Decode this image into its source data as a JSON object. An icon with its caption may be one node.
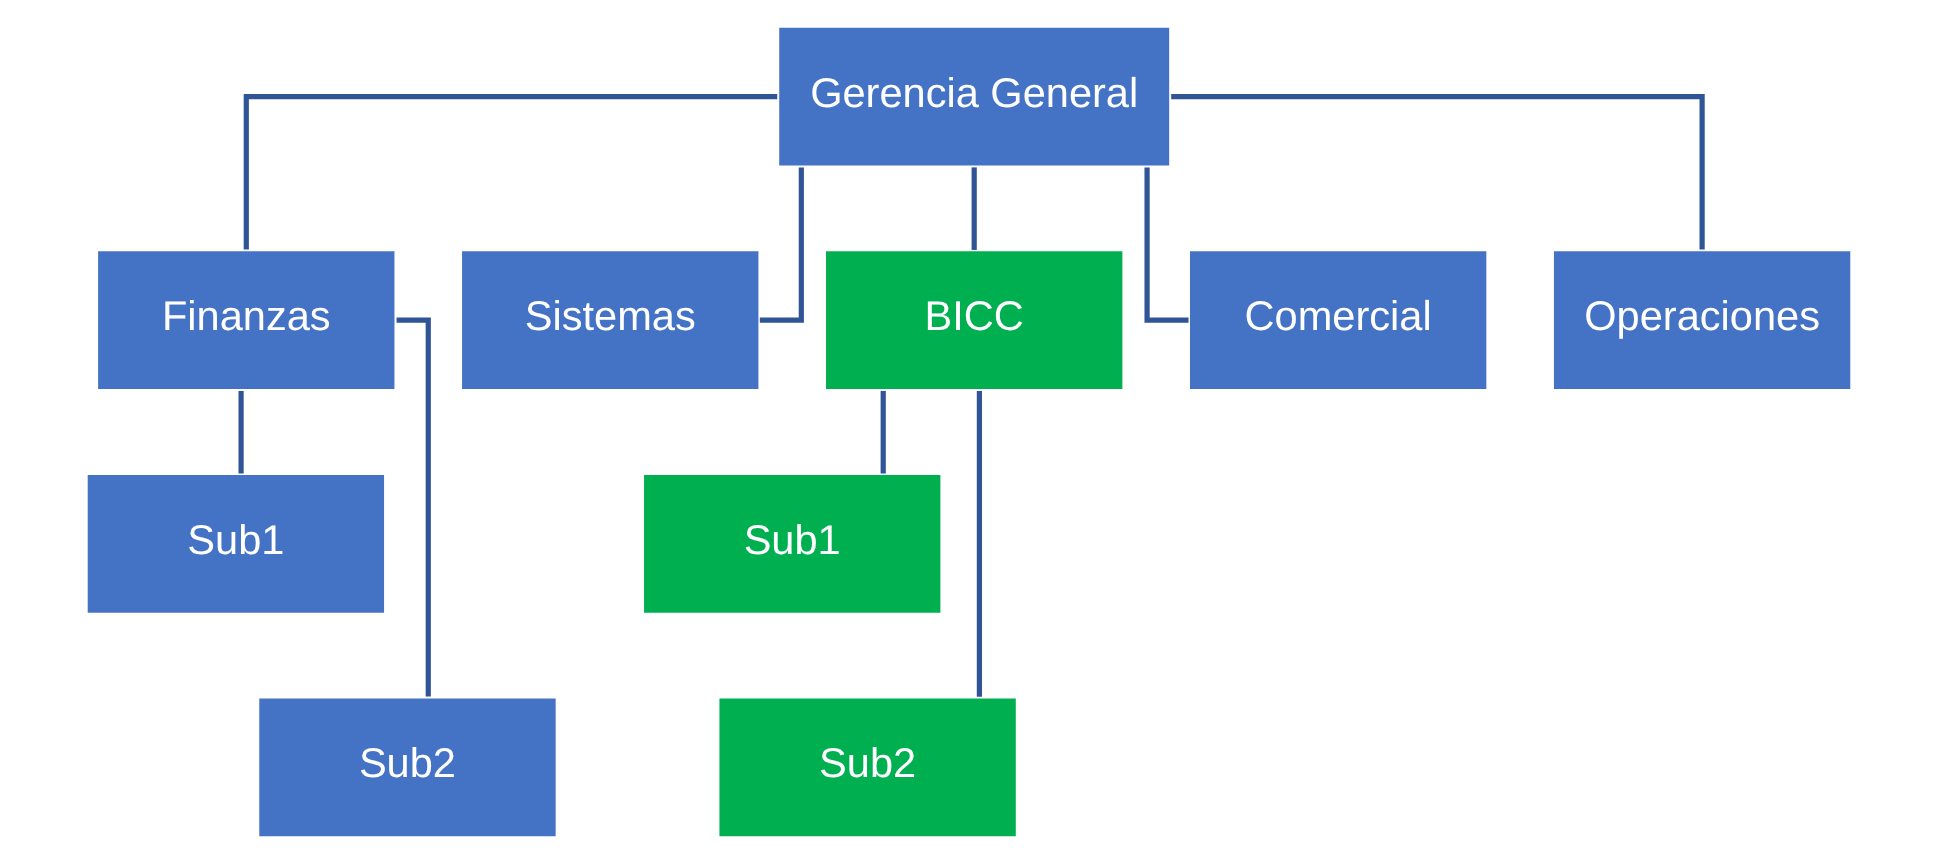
{
  "diagram": {
    "nodes": [
      {
        "text": [
          "Gerencia General"
        ]
      },
      {
        "text": [
          "Finanzas"
        ]
      },
      {
        "text": [
          "Sistemas"
        ]
      },
      {
        "text": [
          "BICC"
        ]
      },
      {
        "text": [
          "Comercial"
        ]
      },
      {
        "text": [
          "Operaciones"
        ]
      },
      {
        "text": [
          "Sub1"
        ]
      },
      {
        "text": [
          "Sub2"
        ]
      },
      {
        "text": [
          "Sub1"
        ]
      },
      {
        "text": [
          "Sub2"
        ]
      }
    ],
    "edges": [
      {
        "from": 0,
        "to": 1,
        "arrow": "none"
      },
      {
        "from": 0,
        "to": 2,
        "arrow": "none"
      },
      {
        "from": 0,
        "to": 3,
        "arrow": "none"
      },
      {
        "from": 0,
        "to": 4,
        "arrow": "none"
      },
      {
        "from": 0,
        "to": 5,
        "arrow": "none"
      },
      {
        "from": 1,
        "to": 6,
        "arrow": "none"
      },
      {
        "from": 1,
        "to": 7,
        "arrow": "none"
      },
      {
        "from": 3,
        "to": 8,
        "arrow": "none"
      },
      {
        "from": 3,
        "to": 9,
        "arrow": "none"
      }
    ]
  }
}
